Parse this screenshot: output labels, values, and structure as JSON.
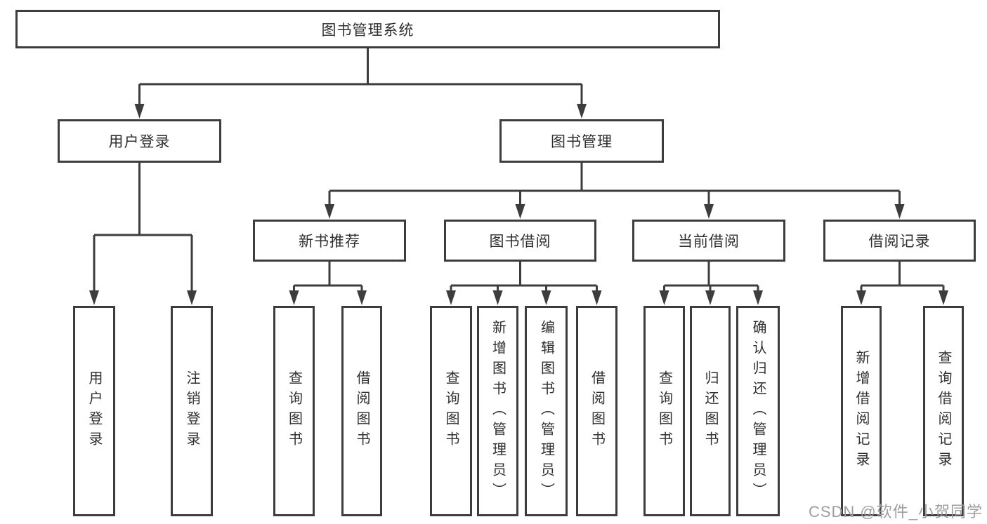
{
  "root": {
    "label": "图书管理系统"
  },
  "user_login": {
    "label": "用户登录",
    "children": [
      {
        "label": "用户登录"
      },
      {
        "label": "注销登录"
      }
    ]
  },
  "book_mgmt": {
    "label": "图书管理",
    "children": [
      {
        "label": "新书推荐",
        "children": [
          {
            "label": "查询图书"
          },
          {
            "label": "借阅图书"
          }
        ]
      },
      {
        "label": "图书借阅",
        "children": [
          {
            "label": "查询图书"
          },
          {
            "label": "新增图书（管理员）"
          },
          {
            "label": "编辑图书（管理员）"
          },
          {
            "label": "借阅图书"
          }
        ]
      },
      {
        "label": "当前借阅",
        "children": [
          {
            "label": "查询图书"
          },
          {
            "label": "归还图书"
          },
          {
            "label": "确认归还（管理员）"
          }
        ]
      },
      {
        "label": "借阅记录",
        "children": [
          {
            "label": "新增借阅记录"
          },
          {
            "label": "查询借阅记录"
          }
        ]
      }
    ]
  },
  "watermark": {
    "text": "CSDN @软件_小贺同学"
  },
  "colors": {
    "line": "#3d3d3d",
    "text": "#2f2f2f",
    "box_bg": "#ffffff",
    "background": "#ffffff",
    "watermark": "#9e9e9e"
  }
}
